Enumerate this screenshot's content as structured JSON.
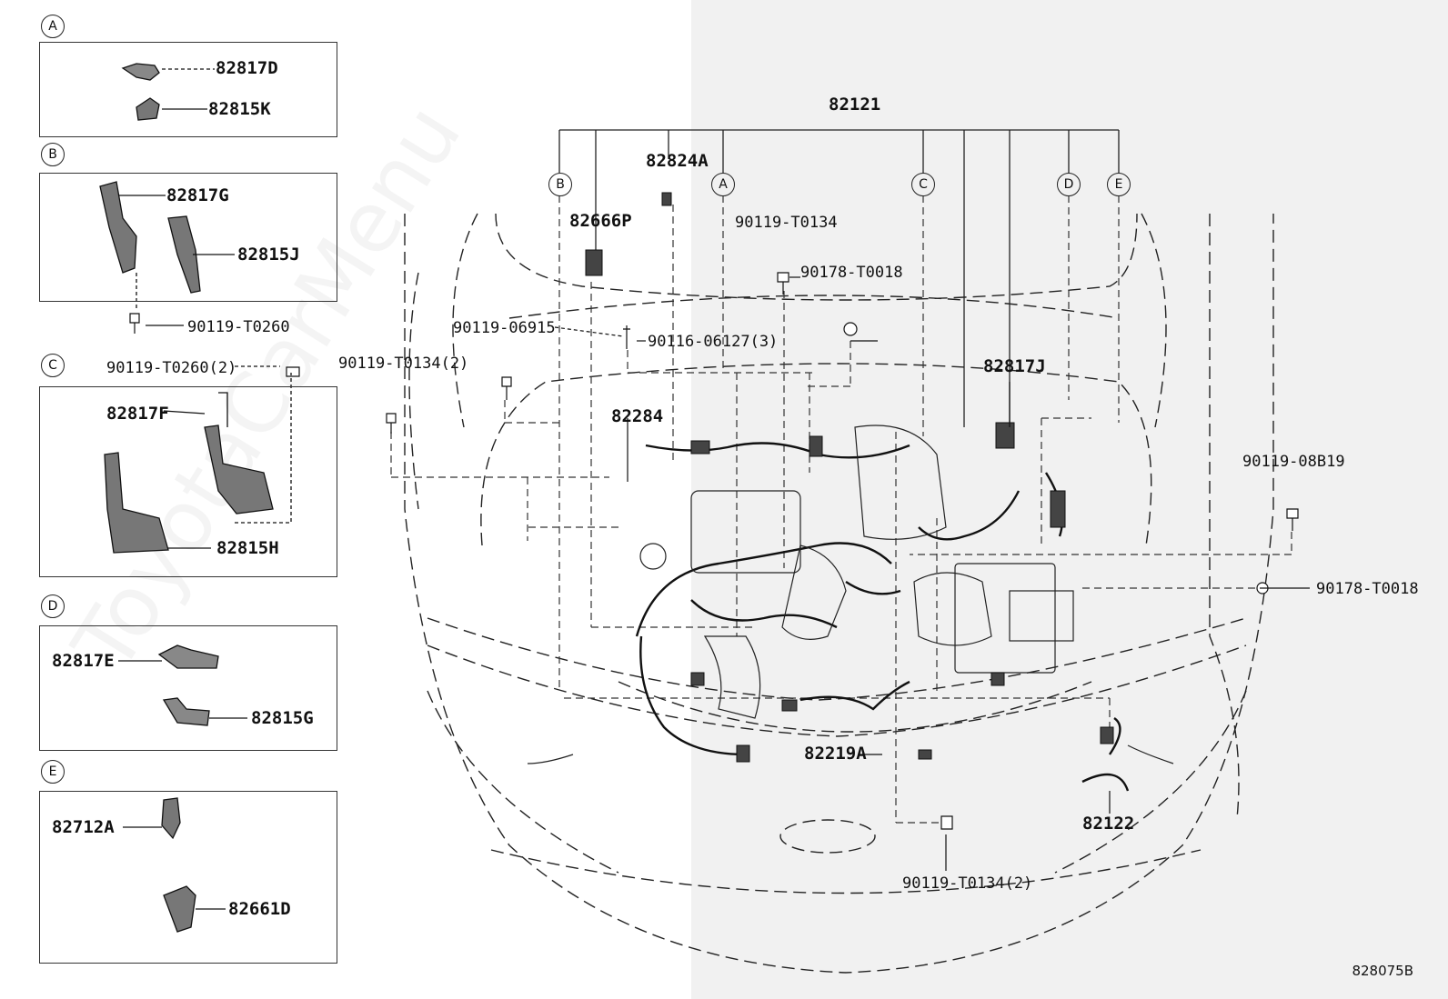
{
  "watermark": "ToyotaCarMenu",
  "drawing_code": "828075B",
  "insets": {
    "A": {
      "tag": "A",
      "parts": [
        "82817D",
        "82815K"
      ]
    },
    "B": {
      "tag": "B",
      "parts": [
        "82817G",
        "82815J"
      ],
      "bolt": "90119-T0260"
    },
    "C": {
      "tag": "C",
      "parts": [
        "82817F",
        "82815H"
      ],
      "bolt": "90119-T0260(2)"
    },
    "D": {
      "tag": "D",
      "parts": [
        "82817E",
        "82815G"
      ]
    },
    "E": {
      "tag": "E",
      "parts": [
        "82712A",
        "82661D"
      ]
    }
  },
  "main": {
    "top_part": "82121",
    "callouts": [
      "B",
      "A",
      "C",
      "D",
      "E"
    ],
    "labels": {
      "p82824A": "82824A",
      "p82666P": "82666P",
      "p90119_T0134_top": "90119-T0134",
      "p90178_T0018_top": "90178-T0018",
      "p90119_06915": "90119-06915",
      "p90116_06127": "90116-06127(3)",
      "p90119_T0134_left": "90119-T0134(2)",
      "p82284": "82284",
      "p82817J": "82817J",
      "p90119_08B19": "90119-08B19",
      "p90178_T0018_right": "90178-T0018",
      "p82219A": "82219A",
      "p82122": "82122",
      "p90119_T0134_bottom": "90119-T0134(2)"
    }
  }
}
